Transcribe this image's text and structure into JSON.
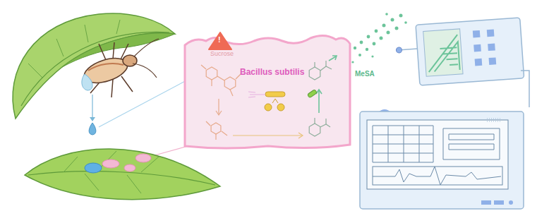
{
  "diagram": {
    "nodes": [
      {
        "text": [
          "Sucrose",
          "Bacillus subtilis"
        ]
      }
    ],
    "labels": [
      "!",
      "MeSA"
    ]
  }
}
